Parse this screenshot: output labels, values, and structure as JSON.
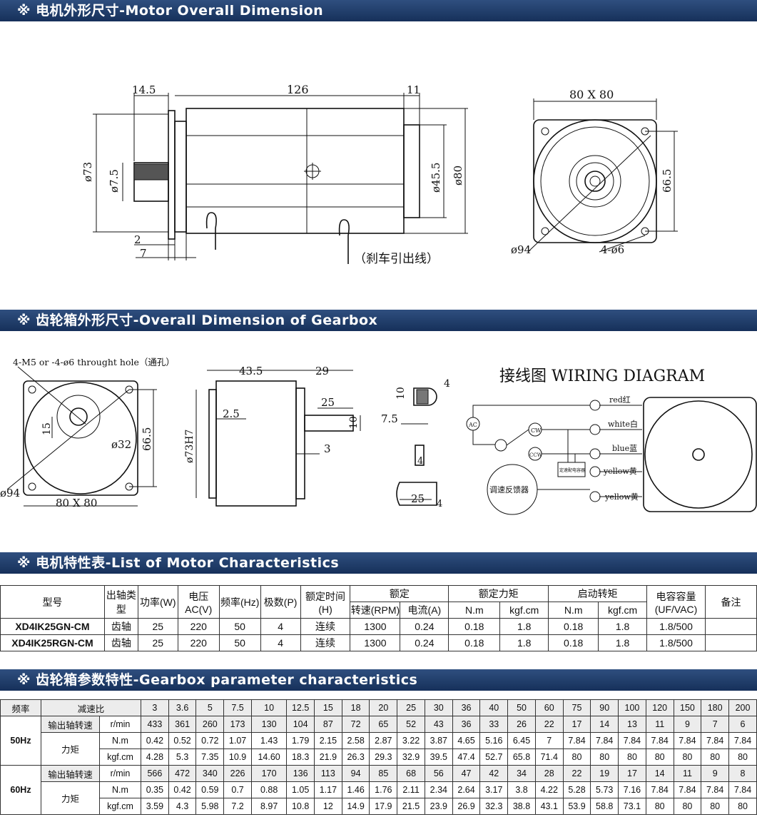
{
  "sections": {
    "motor_dim": "※ 电机外形尺寸-Motor Overall Dimension",
    "gear_dim": "※ 齿轮箱外形尺寸-Overall Dimension of Gearbox",
    "motor_char": "※ 电机特性表-List of Motor Characteristics",
    "gear_param": "※ 齿轮箱参数特性-Gearbox parameter characteristics"
  },
  "motor_drawing": {
    "d_14_5": "14.5",
    "d_126": "126",
    "d_11": "11",
    "d_73": "ø73",
    "d_7_5": "ø7.5",
    "d_45_5": "ø45.5",
    "d_80": "ø80",
    "d_2": "2",
    "d_7": "7",
    "brake": "（刹车引出线）",
    "front_80x80": "80 X 80",
    "front_66_5": "66.5",
    "front_94": "ø94",
    "front_4_6": "4-ø6"
  },
  "gear_drawing": {
    "hole_note": "4-M5 or -4-ø6 throught hole（通孔）",
    "d_15": "15",
    "d_32": "ø32",
    "d_66_5": "66.5",
    "d_94": "ø94",
    "d_80x80": "80 X 80",
    "d_43_5": "43.5",
    "d_29": "29",
    "d_2_5": "2.5",
    "d_25": "25",
    "d_73h7": "ø73H7",
    "d_10": "10",
    "d_3": "3",
    "k_10": "10",
    "k_4": "4",
    "k_7_5": "7.5",
    "k_4b": "4",
    "k_25": "25",
    "k_4c": "4"
  },
  "wiring": {
    "title": "接线图 WIRING DIAGRAM",
    "ac": "AC",
    "cw": "CW",
    "ccw": "CCW",
    "capacitor": "定速配电容器",
    "controller": "调速反馈器",
    "wires": [
      "red红",
      "white白",
      "blue蓝",
      "yellow黄",
      "yellow黄"
    ]
  },
  "motor_table": {
    "h_model": "型号",
    "h_shaft": "出轴类型",
    "h_power": "功率(W)",
    "h_voltage": "电压AC(V)",
    "h_freq": "频率(Hz)",
    "h_poles": "极数(P)",
    "h_time": "额定时间(H)",
    "h_rated": "额定",
    "h_rated_torque": "额定力矩",
    "h_start_torque": "启动转矩",
    "h_cap": "电容容量(UF/VAC)",
    "h_note": "备注",
    "h_speed": "转速(RPM)",
    "h_current": "电流(A)",
    "h_nm1": "N.m",
    "h_kgf1": "kgf.cm",
    "h_nm2": "N.m",
    "h_kgf2": "kgf.cm",
    "rows": [
      [
        "XD4IK25GN-CM",
        "齿轴",
        "25",
        "220",
        "50",
        "4",
        "连续",
        "1300",
        "0.24",
        "0.18",
        "1.8",
        "0.18",
        "1.8",
        "1.8/500",
        ""
      ],
      [
        "XD4IK25RGN-CM",
        "齿轴",
        "25",
        "220",
        "50",
        "4",
        "连续",
        "1300",
        "0.24",
        "0.18",
        "1.8",
        "0.18",
        "1.8",
        "1.8/500",
        ""
      ]
    ]
  },
  "gear_table": {
    "h_freq": "频率",
    "h_ratio": "减速比",
    "ratios": [
      "3",
      "3.6",
      "5",
      "7.5",
      "10",
      "12.5",
      "15",
      "18",
      "20",
      "25",
      "30",
      "36",
      "40",
      "50",
      "60",
      "75",
      "90",
      "100",
      "120",
      "150",
      "180",
      "200"
    ],
    "label_speed": "输出轴转速",
    "label_torque": "力矩",
    "unit_rmin": "r/min",
    "unit_nm": "N.m",
    "unit_kgf": "kgf.cm",
    "hz50": "50Hz",
    "hz60": "60Hz",
    "r50_speed": [
      "433",
      "361",
      "260",
      "173",
      "130",
      "104",
      "87",
      "72",
      "65",
      "52",
      "43",
      "36",
      "33",
      "26",
      "22",
      "17",
      "14",
      "13",
      "11",
      "9",
      "7",
      "6"
    ],
    "r50_nm": [
      "0.42",
      "0.52",
      "0.72",
      "1.07",
      "1.43",
      "1.79",
      "2.15",
      "2.58",
      "2.87",
      "3.22",
      "3.87",
      "4.65",
      "5.16",
      "6.45",
      "7",
      "7.84",
      "7.84",
      "7.84",
      "7.84",
      "7.84",
      "7.84",
      "7.84"
    ],
    "r50_kgf": [
      "4.28",
      "5.3",
      "7.35",
      "10.9",
      "14.60",
      "18.3",
      "21.9",
      "26.3",
      "29.3",
      "32.9",
      "39.5",
      "47.4",
      "52.7",
      "65.8",
      "71.4",
      "80",
      "80",
      "80",
      "80",
      "80",
      "80",
      "80"
    ],
    "r60_speed": [
      "566",
      "472",
      "340",
      "226",
      "170",
      "136",
      "113",
      "94",
      "85",
      "68",
      "56",
      "47",
      "42",
      "34",
      "28",
      "22",
      "19",
      "17",
      "14",
      "11",
      "9",
      "8"
    ],
    "r60_nm": [
      "0.35",
      "0.42",
      "0.59",
      "0.7",
      "0.88",
      "1.05",
      "1.17",
      "1.46",
      "1.76",
      "2.11",
      "2.34",
      "2.64",
      "3.17",
      "3.8",
      "4.22",
      "5.28",
      "5.73",
      "7.16",
      "7.84",
      "7.84",
      "7.84",
      "7.84"
    ],
    "r60_kgf": [
      "3.59",
      "4.3",
      "5.98",
      "7.2",
      "8.97",
      "10.8",
      "12",
      "14.9",
      "17.9",
      "21.5",
      "23.9",
      "26.9",
      "32.3",
      "38.8",
      "43.1",
      "53.9",
      "58.8",
      "73.1",
      "80",
      "80",
      "80",
      "80"
    ]
  }
}
